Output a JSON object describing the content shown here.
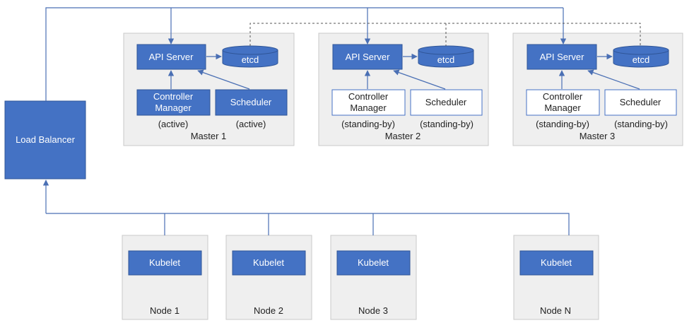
{
  "colors": {
    "blue": "#4472c4",
    "blue_border": "#2f5597",
    "group_fill": "#efefef",
    "group_border": "#c8c8c8",
    "line": "#4a6fb4",
    "dashed": "#555555"
  },
  "load_balancer": {
    "label": "Load Balancer"
  },
  "masters": [
    {
      "title": "Master 1",
      "api_server": "API Server",
      "etcd": "etcd",
      "controller_manager": {
        "line1": "Controller",
        "line2": "Manager",
        "status": "(active)"
      },
      "scheduler": {
        "label": "Scheduler",
        "status": "(active)"
      }
    },
    {
      "title": "Master 2",
      "api_server": "API Server",
      "etcd": "etcd",
      "controller_manager": {
        "line1": "Controller",
        "line2": "Manager",
        "status": "(standing-by)"
      },
      "scheduler": {
        "label": "Scheduler",
        "status": "(standing-by)"
      }
    },
    {
      "title": "Master 3",
      "api_server": "API Server",
      "etcd": "etcd",
      "controller_manager": {
        "line1": "Controller",
        "line2": "Manager",
        "status": "(standing-by)"
      },
      "scheduler": {
        "label": "Scheduler",
        "status": "(standing-by)"
      }
    }
  ],
  "nodes": [
    {
      "title": "Node 1",
      "kubelet": "Kubelet"
    },
    {
      "title": "Node 2",
      "kubelet": "Kubelet"
    },
    {
      "title": "Node 3",
      "kubelet": "Kubelet"
    },
    {
      "title": "Node N",
      "kubelet": "Kubelet"
    }
  ]
}
